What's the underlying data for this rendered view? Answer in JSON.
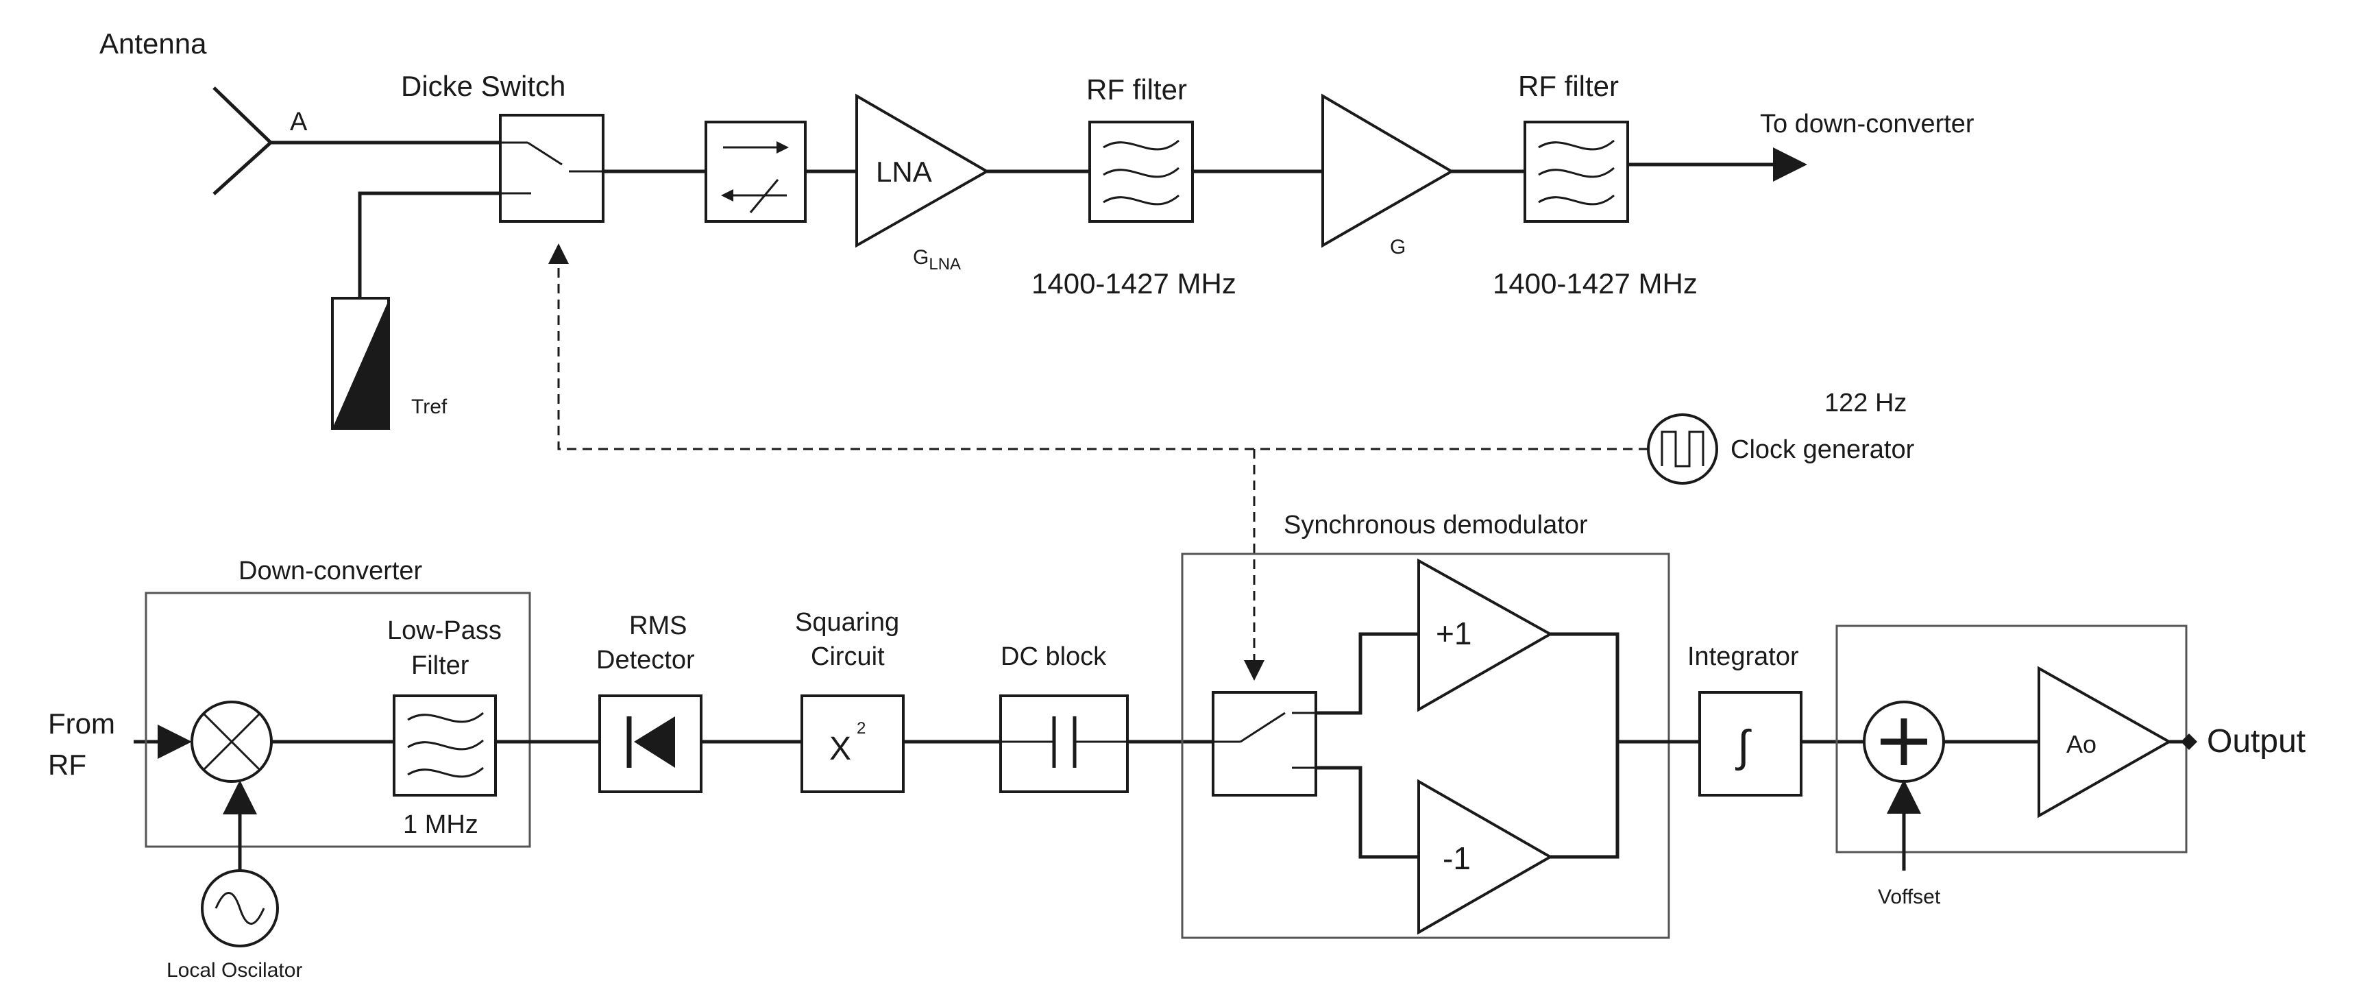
{
  "labels": {
    "antenna": "Antenna",
    "antenna_node": "A",
    "dicke_switch": "Dicke Switch",
    "tref": "Tref",
    "lna": "LNA",
    "g_lna_main": "G",
    "g_lna_sub": "LNA",
    "rf_filter_1": "RF filter",
    "rf_filter_1_band": "1400-1427 MHz",
    "gain_g": "G",
    "rf_filter_2": "RF filter",
    "rf_filter_2_band": "1400-1427 MHz",
    "to_down_converter": "To down-converter",
    "clock_freq": "122 Hz",
    "clock_generator": "Clock generator",
    "sync_demod": "Synchronous demodulator",
    "down_converter": "Down-converter",
    "low_pass_1": "Low-Pass",
    "low_pass_2": "Filter",
    "low_pass_bw": "1 MHz",
    "from_rf_1": "From",
    "from_rf_2": "RF",
    "local_oscillator": "Local Oscilator",
    "rms_1": "RMS",
    "rms_2": "Detector",
    "squaring_1": "Squaring",
    "squaring_2": "Circuit",
    "square_x": "X",
    "square_exp": "2",
    "dc_block": "DC block",
    "plus_one": "+1",
    "minus_one": "-1",
    "integrator": "Integrator",
    "integral_sign": "∫",
    "voffset": "Voffset",
    "ao": "Ao",
    "output": "Output"
  },
  "colors": {
    "line": "#1a1a1a",
    "background": "#ffffff",
    "group_border": "#555555"
  },
  "icons": [
    "antenna-icon",
    "switch-icon",
    "isolator-icon",
    "amplifier-icon",
    "filter-icon",
    "arrow-icon",
    "clock-square-wave-icon",
    "mixer-icon",
    "sine-oscillator-icon",
    "diode-icon",
    "capacitor-icon",
    "integral-icon",
    "summer-plus-icon",
    "load-resistor-icon"
  ]
}
